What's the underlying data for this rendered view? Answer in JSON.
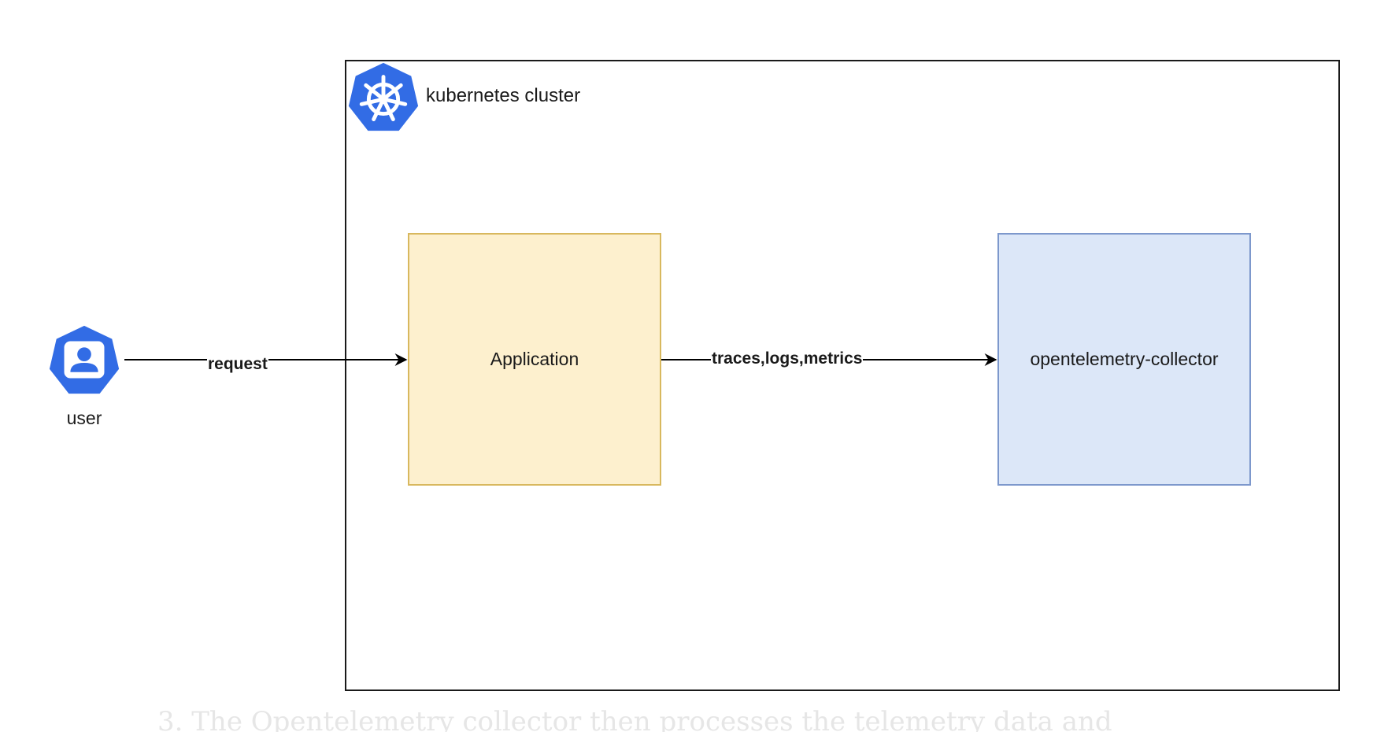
{
  "cluster": {
    "label": "kubernetes cluster"
  },
  "nodes": {
    "user": {
      "label": "user"
    },
    "application": {
      "label": "Application"
    },
    "collector": {
      "label": "opentelemetry-collector"
    }
  },
  "edges": {
    "request": {
      "label": "request"
    },
    "telemetry": {
      "label": "traces,logs,metrics"
    }
  },
  "footer": {
    "partial_text": "3. The Opentelemetry collector then processes the telemetry data and"
  },
  "colors": {
    "k8s_blue": "#326ce5",
    "app_fill": "#fdf0ce",
    "app_border": "#d8b85e",
    "collector_fill": "#dce7f8",
    "collector_border": "#7d98cc"
  },
  "icons": {
    "cluster": "kubernetes-helm-icon",
    "user": "user-avatar-icon"
  }
}
